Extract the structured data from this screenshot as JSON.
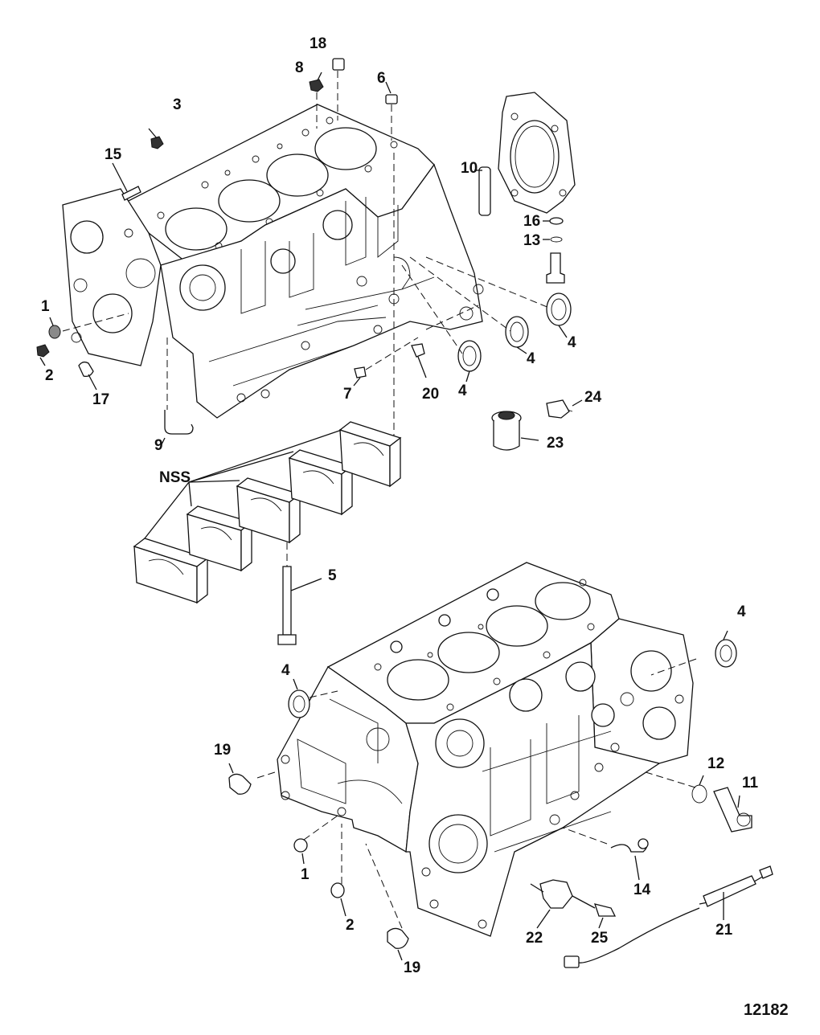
{
  "figure_id": "12182",
  "callouts": {
    "c1a": "1",
    "c2a": "2",
    "c3": "3",
    "c4a": "4",
    "c4b": "4",
    "c4c": "4",
    "c6": "6",
    "c7": "7",
    "c8": "8",
    "c9": "9",
    "c10": "10",
    "c13": "13",
    "c15": "15",
    "c16": "16",
    "c17": "17",
    "c18": "18",
    "c20": "20",
    "c23": "23",
    "c24": "24",
    "nss": "NSS",
    "c5": "5",
    "c4d": "4",
    "c4e": "4",
    "c19a": "19",
    "c12": "12",
    "c11": "11",
    "c1b": "1",
    "c2b": "2",
    "c14": "14",
    "c22": "22",
    "c25": "25",
    "c21": "21",
    "c19b": "19"
  }
}
